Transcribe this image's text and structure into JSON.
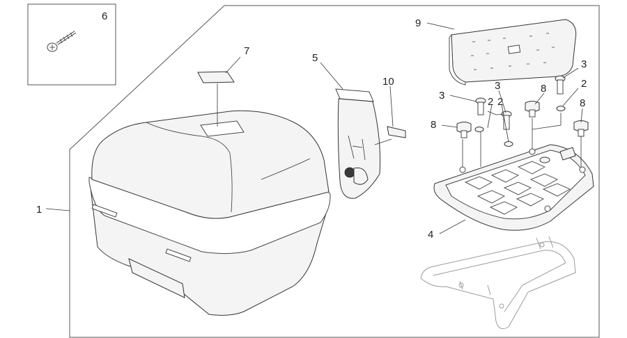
{
  "callouts": {
    "p1": "1",
    "p2a": "2",
    "p2b": "2",
    "p2c": "2",
    "p3a": "3",
    "p3b": "3",
    "p3c": "3",
    "p4": "4",
    "p5": "5",
    "p6": "6",
    "p7": "7",
    "p8a": "8",
    "p8b": "8",
    "p8c": "8",
    "p9": "9",
    "p10": "10"
  }
}
